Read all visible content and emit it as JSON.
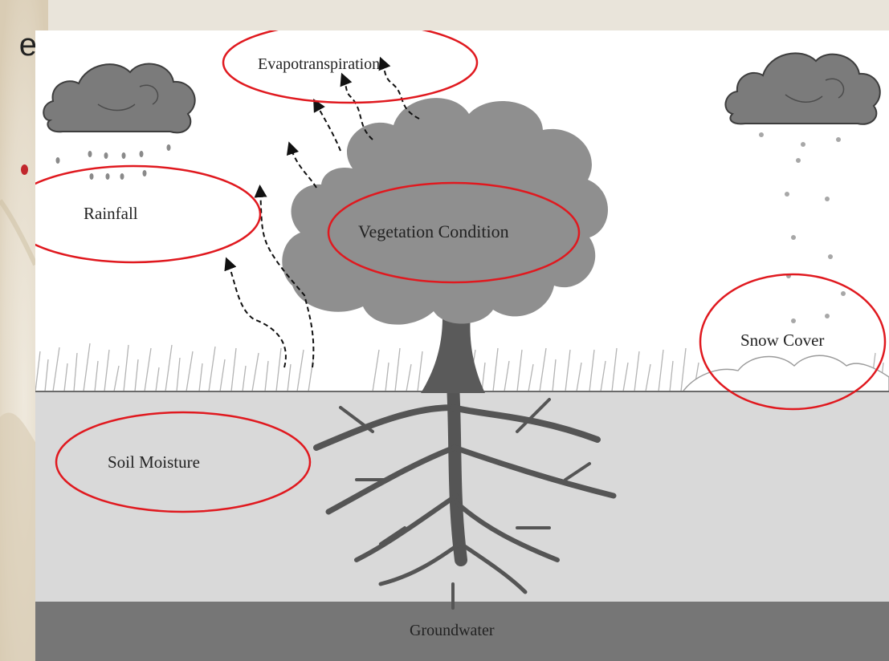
{
  "slide": {
    "title_fragment": "e",
    "bullet_color": "#c1272d"
  },
  "diagram": {
    "labels": {
      "evapotranspiration": "Evapotranspiration",
      "rainfall": "Rainfall",
      "vegetation_condition": "Vegetation Condition",
      "snow_cover": "Snow Cover",
      "soil_moisture": "Soil Moisture",
      "groundwater": "Groundwater"
    },
    "highlight_color": "#e0191f",
    "colors": {
      "sky": "#ffffff",
      "cloud": "#7b7b7b",
      "tree": "#8f8f8f",
      "trunk": "#555555",
      "soil": "#d9d9d9",
      "groundwater": "#767676"
    }
  }
}
